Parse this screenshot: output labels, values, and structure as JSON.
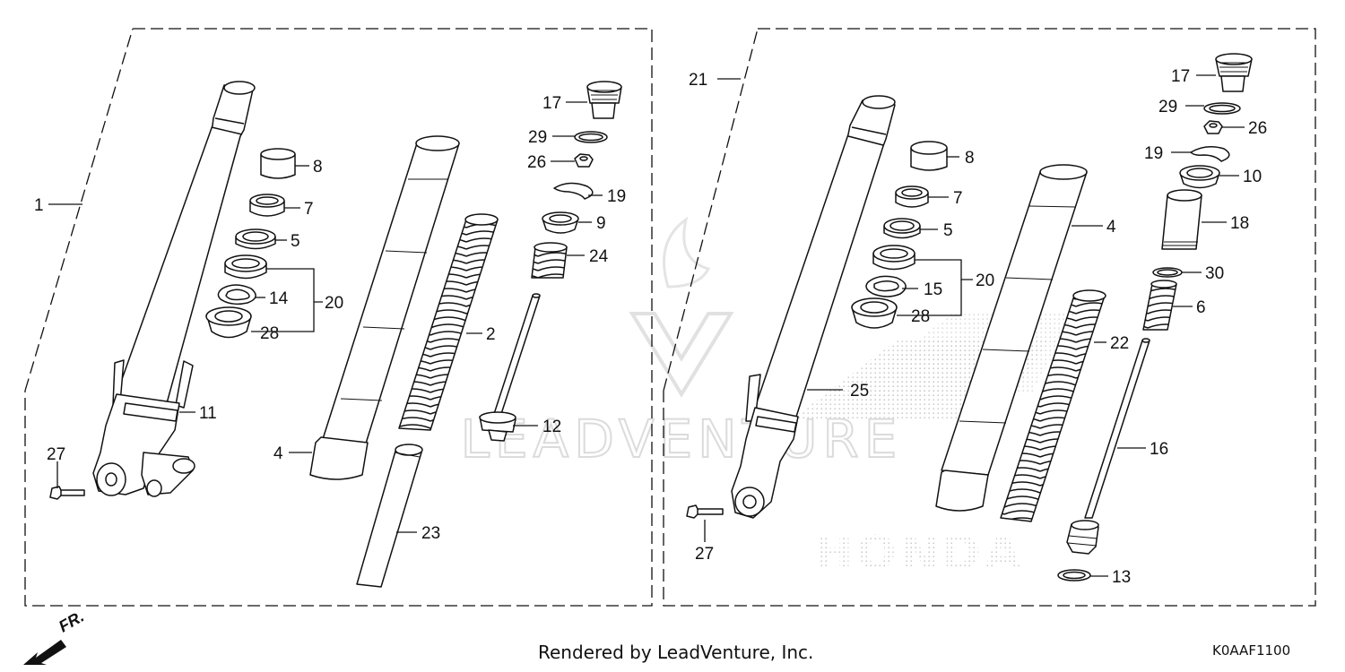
{
  "left_panel": {
    "labels": {
      "p1": "1",
      "p8": "8",
      "p7": "7",
      "p5": "5",
      "p14": "14",
      "p20": "20",
      "p28": "28",
      "p11": "11",
      "p27": "27",
      "p4": "4",
      "p2": "2",
      "p23": "23",
      "p17": "17",
      "p29": "29",
      "p26": "26",
      "p19": "19",
      "p9": "9",
      "p24": "24",
      "p12": "12"
    }
  },
  "right_panel": {
    "labels": {
      "p21": "21",
      "p8": "8",
      "p7": "7",
      "p5": "5",
      "p15": "15",
      "p20": "20",
      "p28": "28",
      "p25": "25",
      "p27": "27",
      "p4": "4",
      "p22": "22",
      "p17": "17",
      "p29": "29",
      "p26": "26",
      "p19": "19",
      "p10": "10",
      "p18": "18",
      "p30": "30",
      "p6": "6",
      "p16": "16",
      "p13": "13"
    }
  },
  "watermark": {
    "brand": "LEADVENTURE",
    "logo": "HONDA"
  },
  "footer": {
    "rendered_by": "Rendered by LeadVenture, Inc.",
    "code": "K0AAF1100"
  },
  "direction": {
    "label": "FR."
  },
  "colors": {
    "line": "#111111",
    "watermark": "#d6d6d6",
    "part_fill": "#ffffff"
  }
}
